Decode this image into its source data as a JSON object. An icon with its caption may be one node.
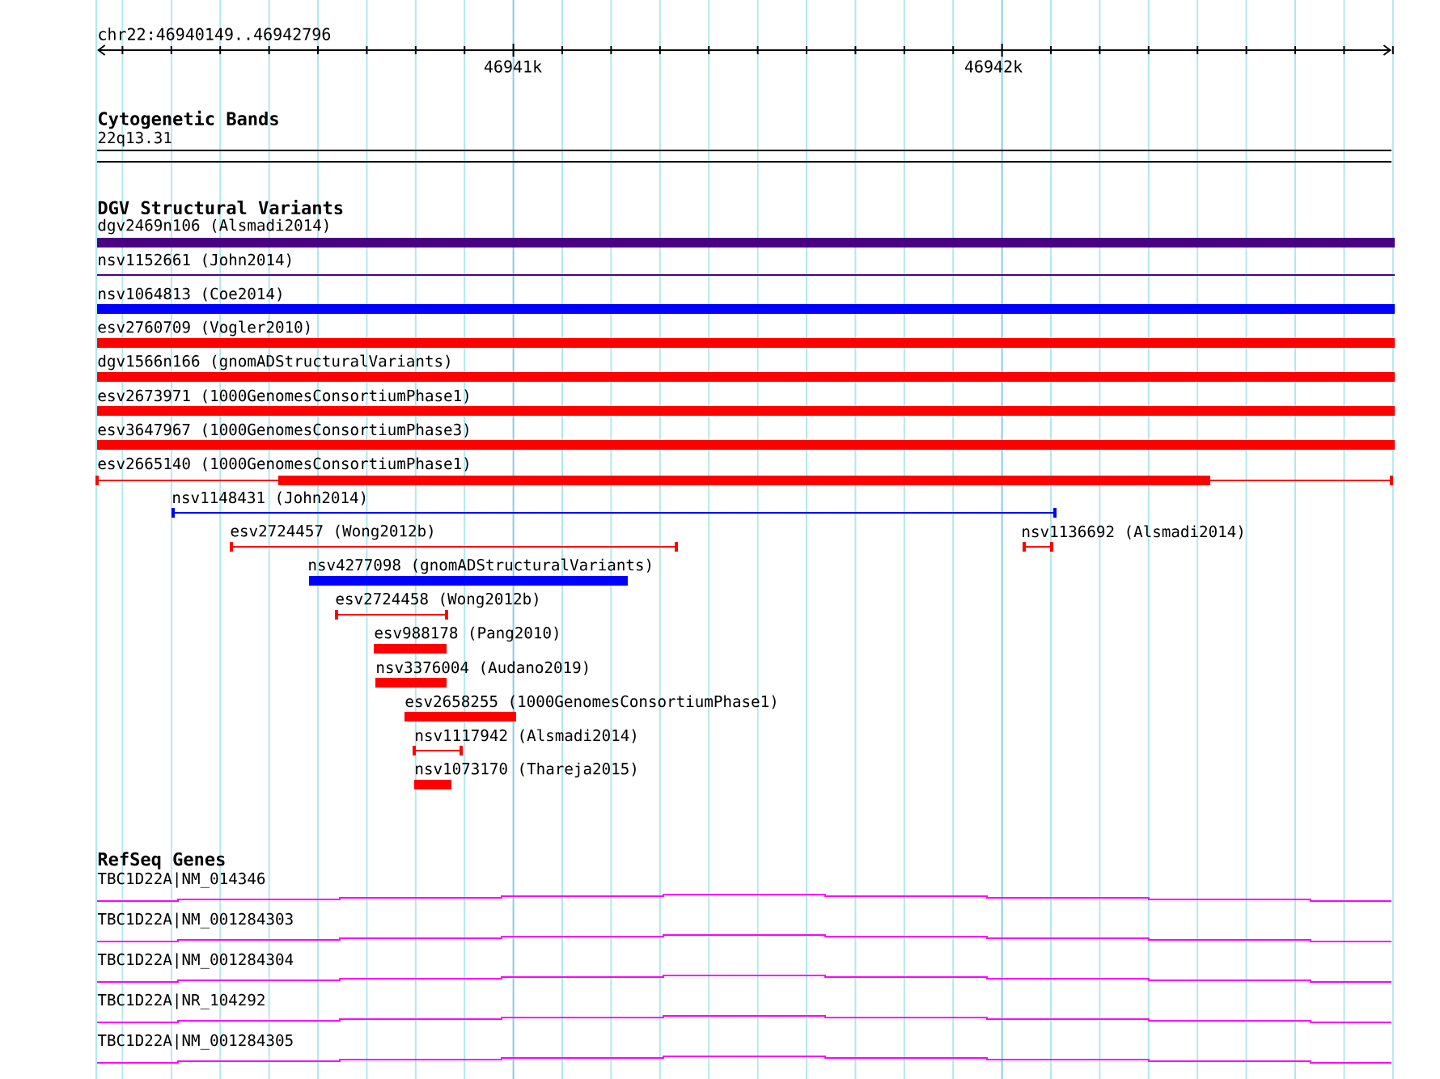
{
  "diagram": {
    "nodes": [
      {
        "text": [
          "22q13.31"
        ]
      },
      {
        "text": [
          "dgv2469n106 (Alsmadi2014)"
        ]
      },
      {
        "text": [
          "nsv1152661 (John2014)"
        ]
      },
      {
        "text": [
          "nsv1064813 (Coe2014)"
        ]
      },
      {
        "text": [
          "esv2760709 (Vogler2010)"
        ]
      },
      {
        "text": [
          "dgv1566n166 (gnomADStructuralVariants)"
        ]
      },
      {
        "text": [
          "esv2673971 (1000GenomesConsortiumPhase1)"
        ]
      },
      {
        "text": [
          "esv3647967 (1000GenomesConsortiumPhase3)"
        ]
      },
      {
        "text": [
          "esv2665140 (1000GenomesConsortiumPhase1)"
        ]
      },
      {
        "text": [
          "nsv1148431 (John2014)"
        ]
      },
      {
        "text": [
          "esv2724457 (Wong2012b)"
        ]
      },
      {
        "text": [
          "nsv1136692 (Alsmadi2014)"
        ]
      },
      {
        "text": [
          "nsv4277098 (gnomADStructuralVariants)"
        ]
      },
      {
        "text": [
          "esv2724458 (Wong2012b)"
        ]
      },
      {
        "text": [
          "esv988178 (Pang2010)"
        ]
      },
      {
        "text": [
          "nsv3376004 (Audano2019)"
        ]
      },
      {
        "text": [
          "esv2658255 (1000GenomesConsortiumPhase1)"
        ]
      },
      {
        "text": [
          "nsv1117942 (Alsmadi2014)"
        ]
      },
      {
        "text": [
          "nsv1073170 (Thareja2015)"
        ]
      },
      {
        "text": [
          "TBC1D22A|NM_014346"
        ]
      },
      {
        "text": [
          "TBC1D22A|NM_001284303"
        ]
      },
      {
        "text": [
          "TBC1D22A|NM_001284304"
        ]
      },
      {
        "text": [
          "TBC1D22A|NR_104292"
        ]
      },
      {
        "text": [
          "TBC1D22A|NM_001284305"
        ]
      }
    ],
    "labels": [
      "chr22:46940149..46942796",
      "46941k",
      "46942k",
      "Cytogenetic Bands",
      "DGV Structural Variants",
      "RefSeq Genes"
    ]
  }
}
